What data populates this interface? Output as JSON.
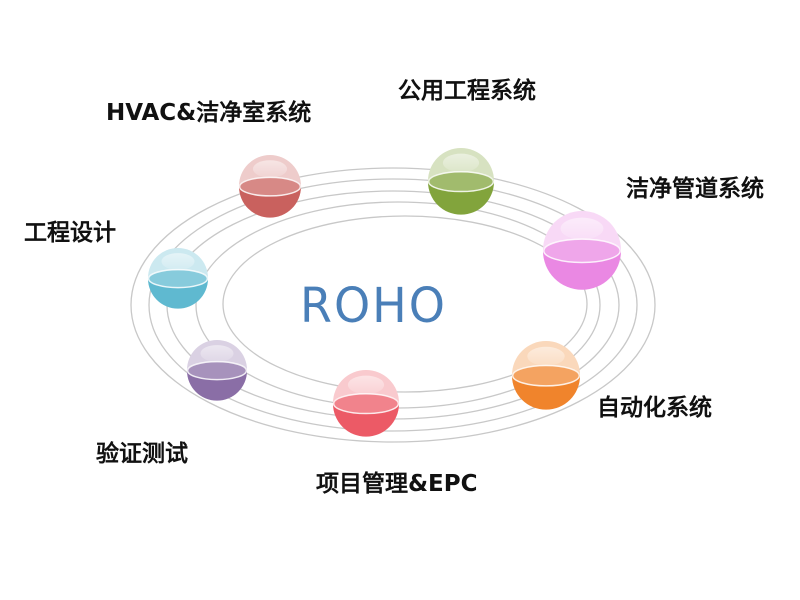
{
  "logo": {
    "text": "ROHO",
    "color": "#4a7fb8"
  },
  "nodes": [
    {
      "id": "hvac",
      "label": "HVAC&洁净室系统",
      "color": "#c9615e"
    },
    {
      "id": "utility",
      "label": "公用工程系统",
      "color": "#82a43c"
    },
    {
      "id": "piping",
      "label": "洁净管道系统",
      "color": "#ea88e3"
    },
    {
      "id": "design",
      "label": "工程设计",
      "color": "#5fb9d0"
    },
    {
      "id": "automation",
      "label": "自动化系统",
      "color": "#f0842c"
    },
    {
      "id": "validation",
      "label": "验证测试",
      "color": "#8a6ea6"
    },
    {
      "id": "pm",
      "label": "项目管理&EPC",
      "color": "#ec5a66"
    }
  ],
  "orbit_color": "#c8c8c8"
}
